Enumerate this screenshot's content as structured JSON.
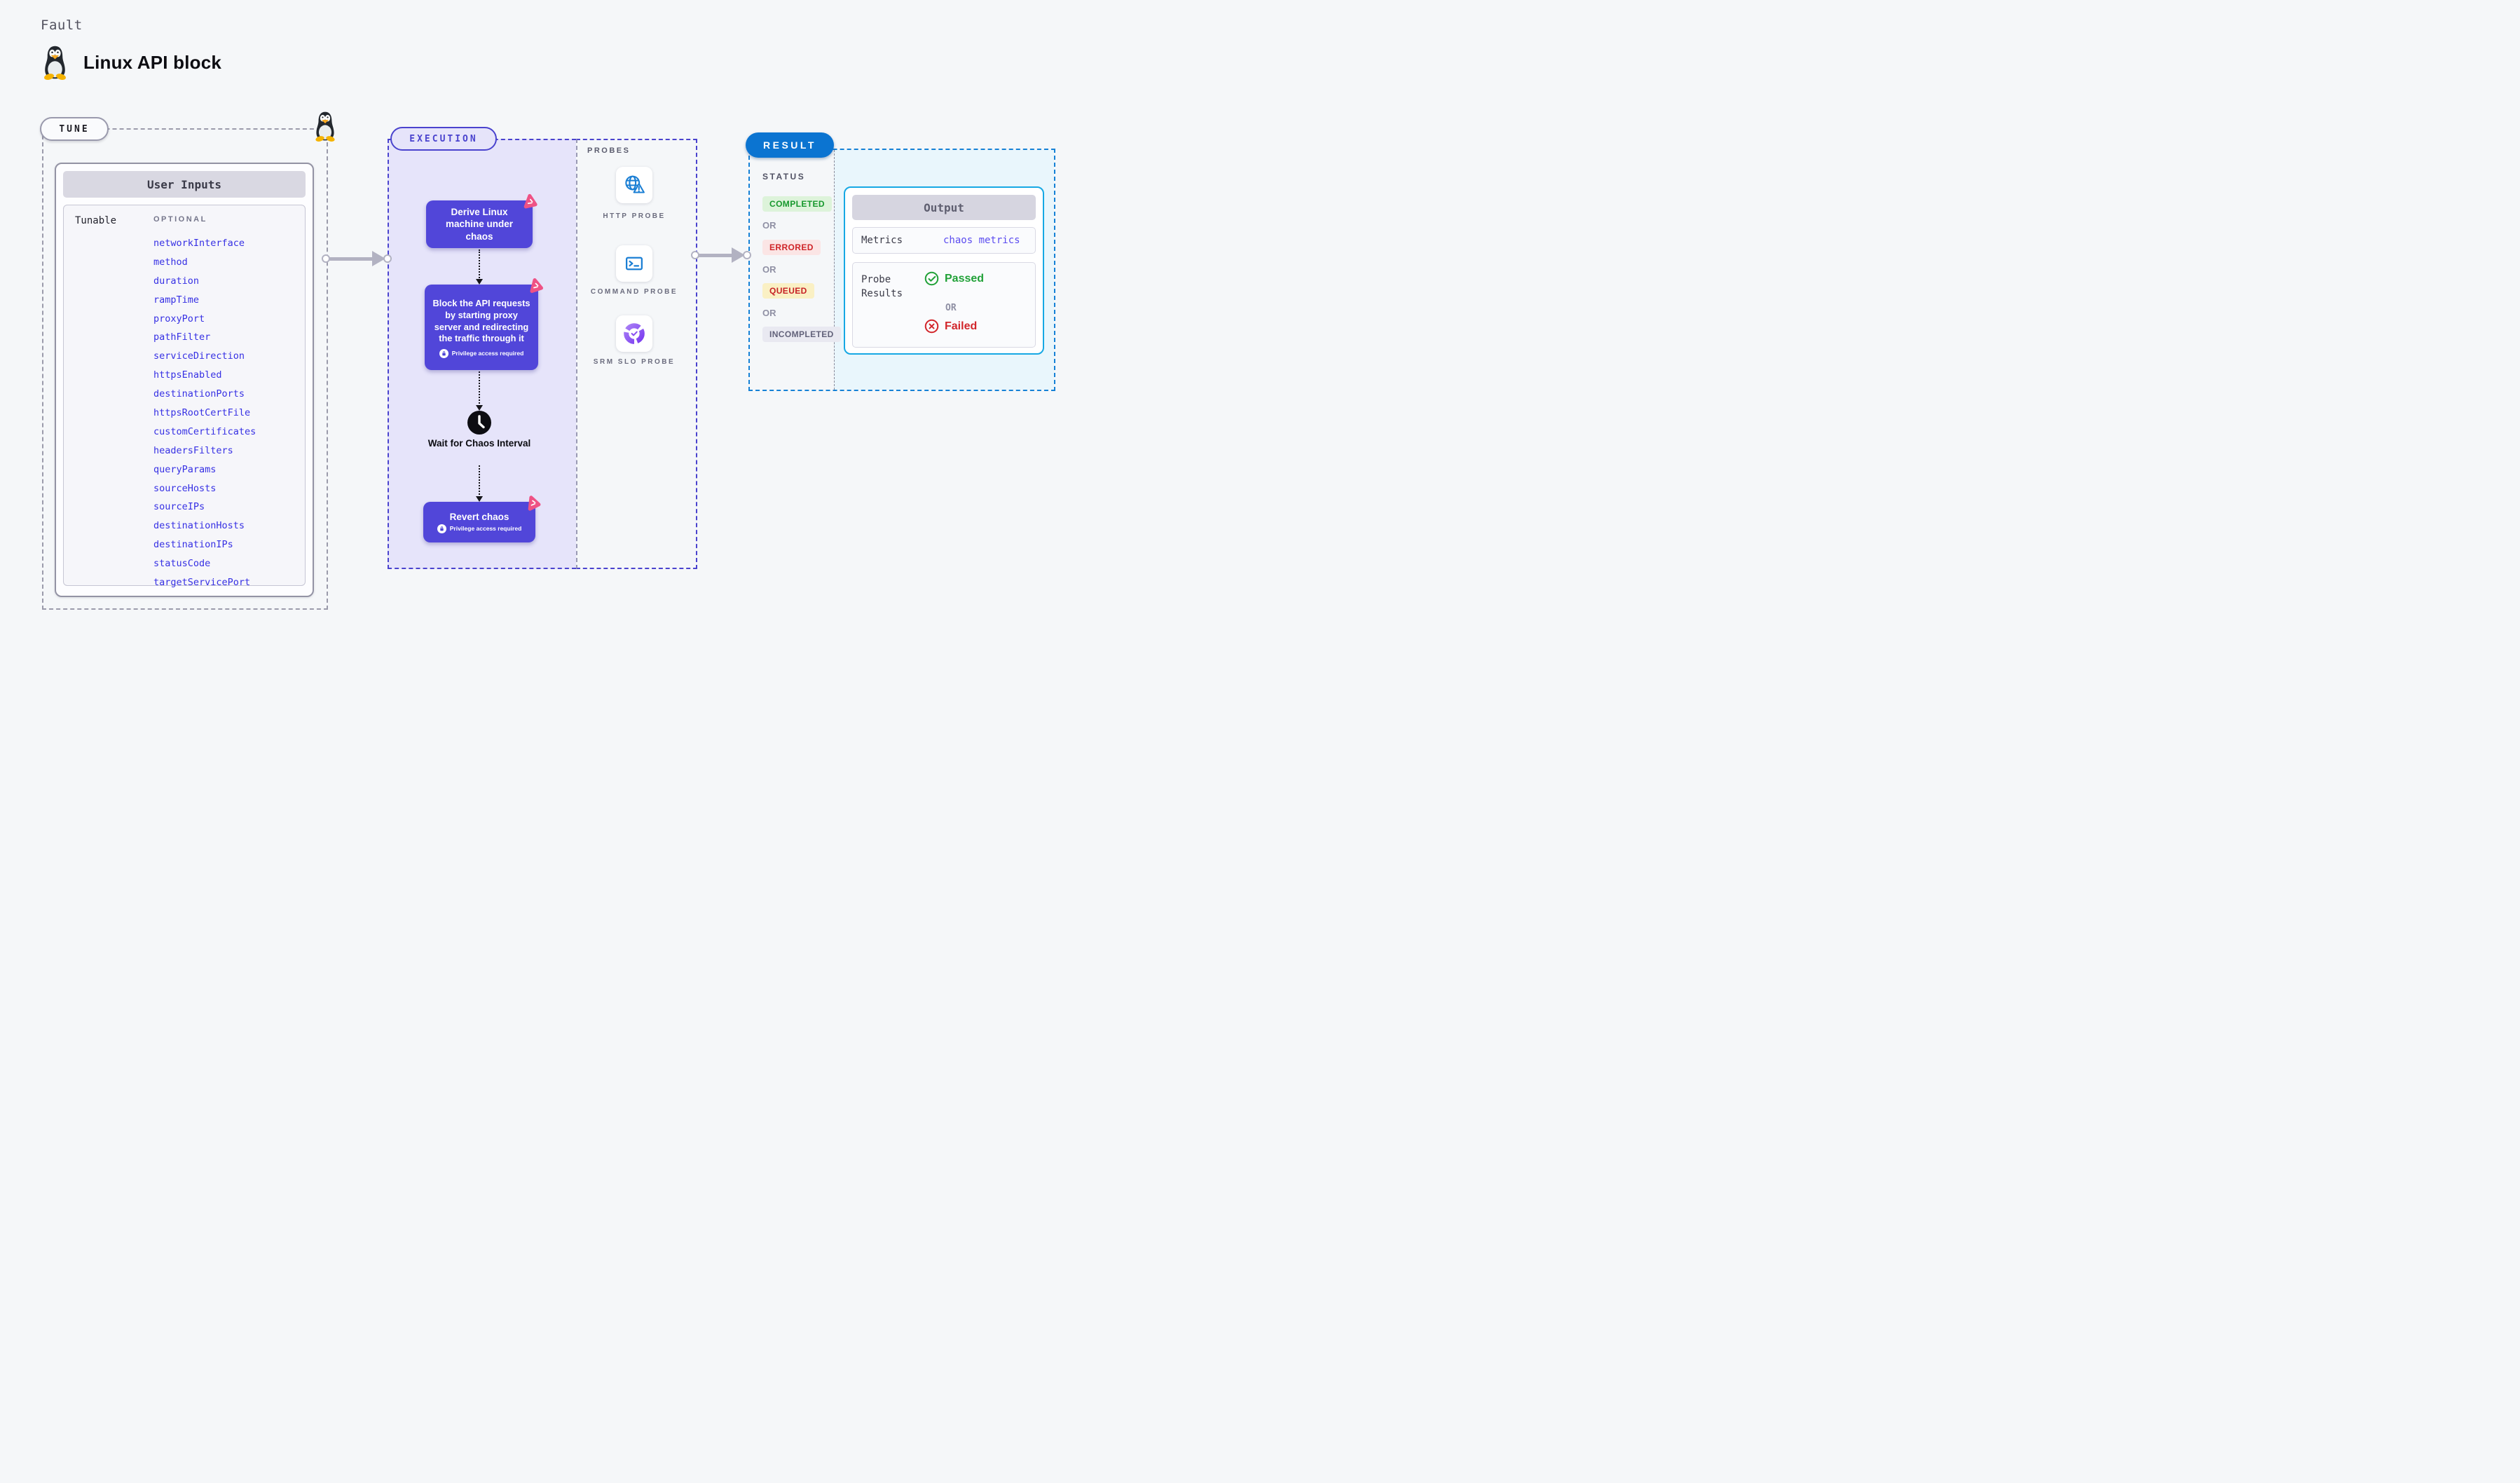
{
  "header": {
    "kicker": "Fault",
    "title": "Linux API block"
  },
  "tune": {
    "badge": "TUNE",
    "card_title": "User Inputs",
    "row_label": "Tunable",
    "optional_label": "OPTIONAL",
    "params": [
      "networkInterface",
      "method",
      "duration",
      "rampTime",
      "proxyPort",
      "pathFilter",
      "serviceDirection",
      "httpsEnabled",
      "destinationPorts",
      "httpsRootCertFile",
      "customCertificates",
      "headersFilters",
      "queryParams",
      "sourceHosts",
      "sourceIPs",
      "destinationHosts",
      "destinationIPs",
      "statusCode",
      "targetServicePort"
    ]
  },
  "execution": {
    "badge": "EXECUTION",
    "privilege_label": "Privilege access required",
    "steps": {
      "derive": "Derive Linux machine under chaos",
      "block": "Block the API requests by starting proxy server and redirecting the traffic through it",
      "wait": "Wait for Chaos Interval",
      "revert": "Revert chaos"
    }
  },
  "probes": {
    "label": "PROBES",
    "items": [
      "HTTP PROBE",
      "COMMAND PROBE",
      "SRM SLO PROBE"
    ]
  },
  "result": {
    "badge": "RESULT",
    "status_label": "STATUS",
    "or_label": "OR",
    "statuses": [
      "COMPLETED",
      "ERRORED",
      "QUEUED",
      "INCOMPLETED"
    ],
    "output": {
      "title": "Output",
      "metrics_label": "Metrics",
      "metrics_value": "chaos metrics",
      "probe_results_label": "Probe Results",
      "passed_label": "Passed",
      "failed_label": "Failed"
    }
  },
  "colors": {
    "step_indigo": "#5146d9",
    "accent_indigo": "#4a43ce",
    "chaos_pink": "#ef5285",
    "param_blue": "#3630e4",
    "result_blue": "#0b74d1",
    "output_cyan_border": "#16a8e4",
    "cyan_bg": "#e9f6fc",
    "success_green": "#21a138",
    "error_red": "#cf2428",
    "queued_bg": "#faf0c4",
    "probe_icon_blue": "#1b7fd4",
    "srm_purple": "#8a4ef2"
  }
}
